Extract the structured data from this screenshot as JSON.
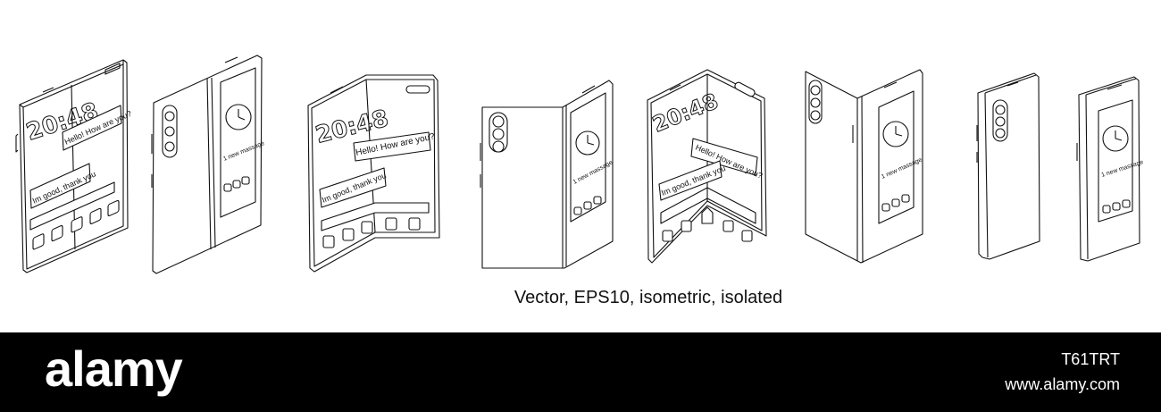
{
  "illustration": {
    "clock_time": "20:48",
    "bubble_incoming": "Hello! How are you?",
    "bubble_reply": "Im good, thank  you",
    "cover_notification": "1 new massage"
  },
  "caption": "Vector, EPS10, isometric, isolated",
  "footer": {
    "logo": "alamy",
    "image_id": "T61TRT",
    "site": "www.alamy.com",
    "background": "#000000",
    "text_color": "#ffffff"
  }
}
